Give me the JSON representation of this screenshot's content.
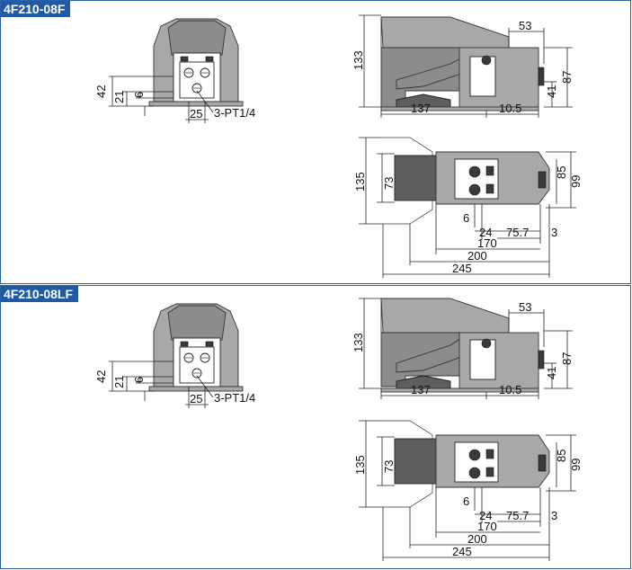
{
  "panels": [
    {
      "model": "4F210-08F",
      "front": {
        "d42": "42",
        "d21": "21",
        "d6": "6",
        "d25": "25",
        "port": "3-PT1/4"
      },
      "side": {
        "d133": "133",
        "d53": "53",
        "d87": "87",
        "d41": "41",
        "d137": "137",
        "d10_5": "10.5"
      },
      "top": {
        "d135": "135",
        "d73": "73",
        "d85": "85",
        "d99": "99",
        "d6": "6",
        "d24": "24",
        "d75_7": "75.7",
        "d3": "3",
        "d170": "170",
        "d200": "200",
        "d245": "245"
      }
    },
    {
      "model": "4F210-08LF",
      "front": {
        "d42": "42",
        "d21": "21",
        "d6": "6",
        "d25": "25",
        "port": "3-PT1/4"
      },
      "side": {
        "d133": "133",
        "d53": "53",
        "d87": "87",
        "d41": "41",
        "d137": "137",
        "d10_5": "10.5"
      },
      "top": {
        "d135": "135",
        "d73": "73",
        "d85": "85",
        "d99": "99",
        "d6": "6",
        "d24": "24",
        "d75_7": "75.7",
        "d3": "3",
        "d170": "170",
        "d200": "200",
        "d245": "245"
      }
    }
  ]
}
